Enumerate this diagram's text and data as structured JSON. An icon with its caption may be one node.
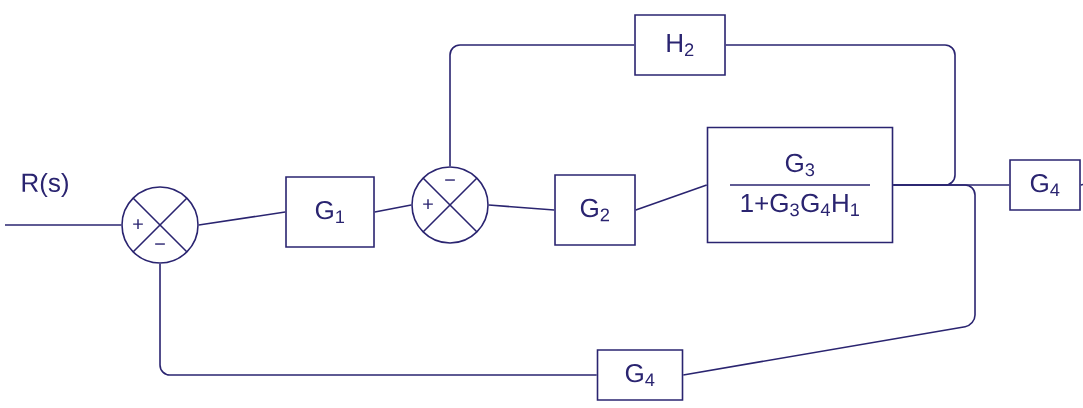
{
  "diagram": {
    "nodes": [
      {
        "text": [
          "+",
          "−"
        ]
      },
      {
        "text": [
          "G$_{1}$"
        ]
      },
      {
        "text": [
          "+",
          "−"
        ]
      },
      {
        "text": [
          "G$_{2}$"
        ]
      },
      {
        "text": [
          "G$_{3}$",
          "1+G$_{3}$G$_{4}$H$_{1}$"
        ]
      },
      {
        "text": [
          "H$_{2}$"
        ]
      },
      {
        "text": [
          "G$_{4}$"
        ]
      },
      {
        "text": [
          "G$_{4}$"
        ]
      }
    ],
    "edges": [
      {
        "from": null,
        "to": 0,
        "arrow": "none"
      },
      {
        "from": 0,
        "to": 1,
        "arrow": "none"
      },
      {
        "from": 1,
        "to": 2,
        "arrow": "none"
      },
      {
        "from": 2,
        "to": 3,
        "arrow": "none"
      },
      {
        "from": 3,
        "to": 4,
        "arrow": "none"
      },
      {
        "from": 4,
        "to": 6,
        "arrow": "none"
      },
      {
        "from": 4,
        "to": 5,
        "arrow": "none"
      },
      {
        "from": 5,
        "to": 2,
        "arrow": "none"
      },
      {
        "from": 4,
        "to": 7,
        "arrow": "none"
      },
      {
        "from": 7,
        "to": 0,
        "arrow": "none"
      },
      {
        "from": 6,
        "to": null,
        "arrow": "none"
      }
    ],
    "labels": [
      "R(s)"
    ]
  }
}
